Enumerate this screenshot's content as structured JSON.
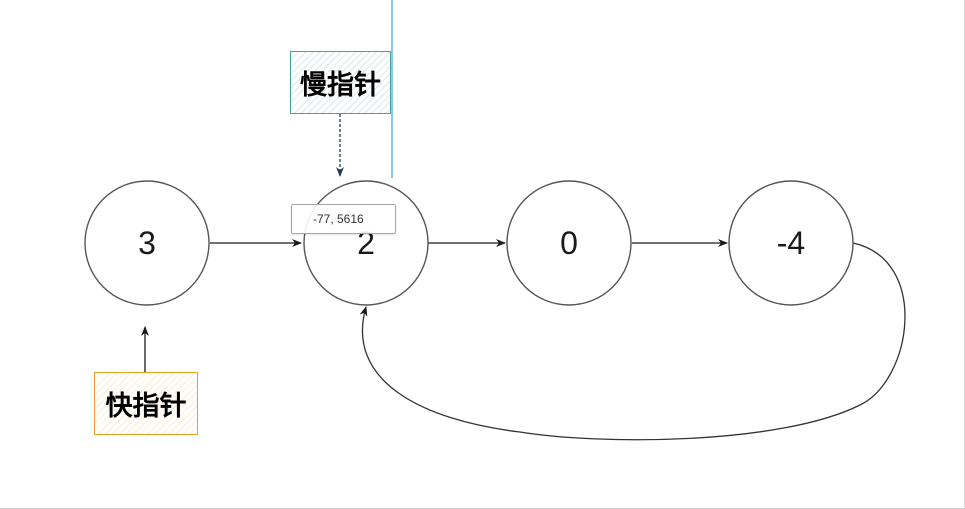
{
  "nodes": [
    {
      "id": "node-3",
      "value": "3"
    },
    {
      "id": "node-2",
      "value": "2"
    },
    {
      "id": "node-0",
      "value": "0"
    },
    {
      "id": "node-neg4",
      "value": "-4"
    }
  ],
  "labels": {
    "slow_pointer": "慢指针",
    "fast_pointer": "快指针"
  },
  "tooltip": {
    "text": "-77, 5616"
  },
  "colors": {
    "node_stroke": "#555555",
    "edge": "#1a1a1a",
    "slow_border": "#3fa6a0",
    "fast_border": "#f0a020",
    "guide_line": "#1a8fd0",
    "slow_arrow": "#1f4e5a"
  }
}
